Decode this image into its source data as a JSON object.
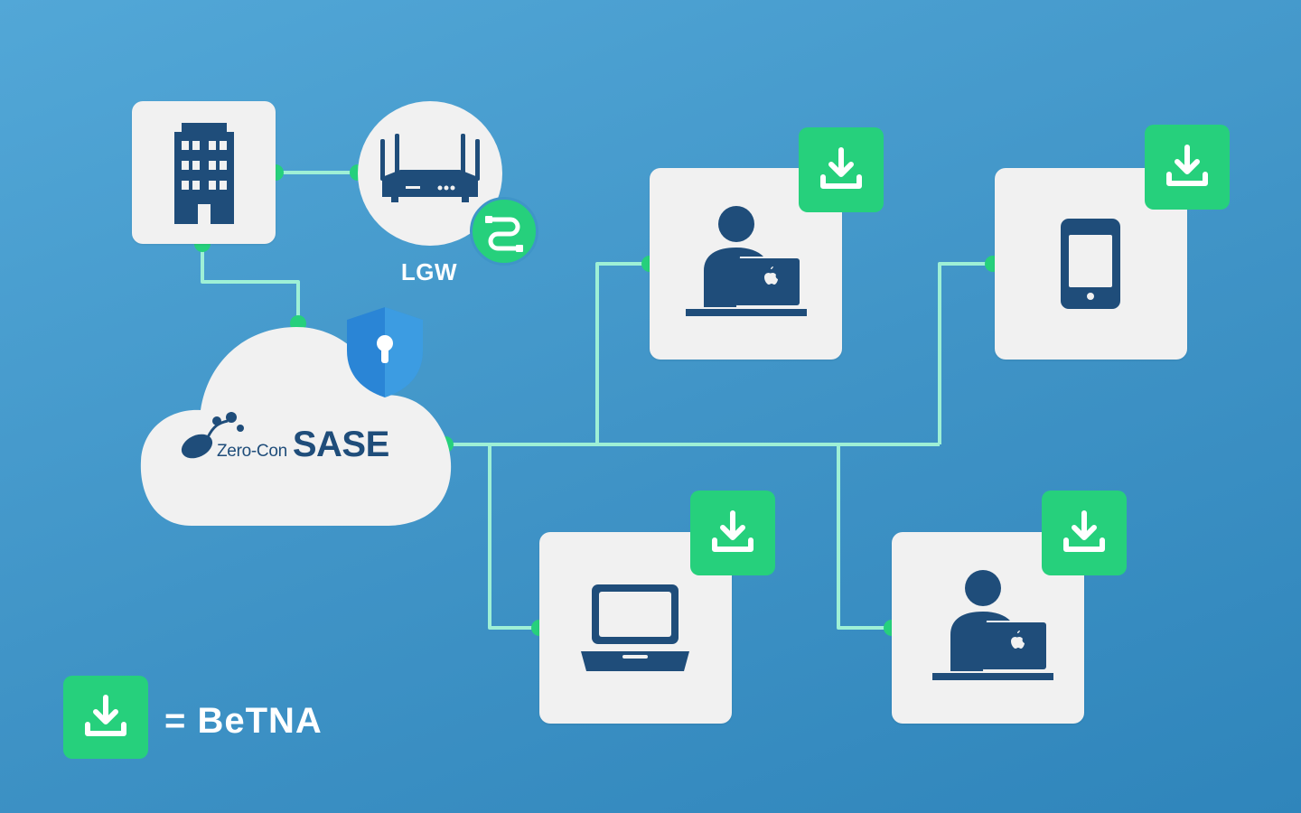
{
  "diagram": {
    "gateway_label": "LGW",
    "cloud_brand_prefix": "Zero-Con",
    "cloud_brand_name": "SASE",
    "legend_text": "= BeTNA"
  },
  "colors": {
    "background": "#4a9fd2",
    "card": "#f1f1f1",
    "icon_navy": "#1f4d7a",
    "badge_green": "#26d07c",
    "line": "#9ef0d6",
    "shield_blue": "#2a85d6"
  },
  "icons": {
    "building": "building-icon",
    "router": "router-icon",
    "link": "link-icon",
    "shield": "shield-lock-icon",
    "download": "download-icon",
    "mac_user": "mac-user-icon",
    "mobile": "mobile-phone-icon",
    "laptop": "laptop-icon"
  }
}
